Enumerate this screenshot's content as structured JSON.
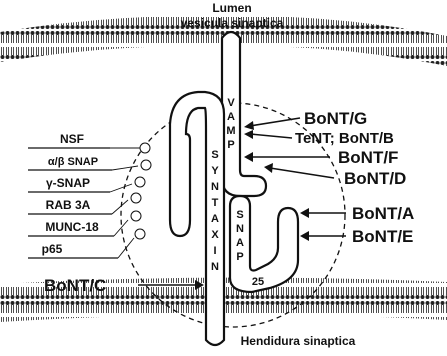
{
  "labels": {
    "lumen_line1": "Lumen",
    "lumen_line2": "vesicula sinaptica",
    "cleft": "Hendidura sinaptica",
    "vamp_letters": [
      "V",
      "A",
      "M",
      "P"
    ],
    "syntaxin_letters": [
      "S",
      "Y",
      "N",
      "T",
      "A",
      "X",
      "I",
      "N"
    ],
    "snap_letters": [
      "S",
      "N",
      "A",
      "P"
    ],
    "snap_number": "25"
  },
  "left_proteins": [
    "NSF",
    "α/β SNAP",
    "γ-SNAP",
    "RAB 3A",
    "MUNC-18",
    "p65"
  ],
  "toxins": {
    "bont_g": "BoNT/G",
    "tent_bont_b": "TeNT; BoNT/B",
    "bont_f": "BoNT/F",
    "bont_d": "BoNT/D",
    "bont_a": "BoNT/A",
    "bont_e": "BoNT/E",
    "bont_c": "BoNT/C"
  },
  "colors": {
    "ink": "#111111",
    "background": "#ffffff"
  }
}
